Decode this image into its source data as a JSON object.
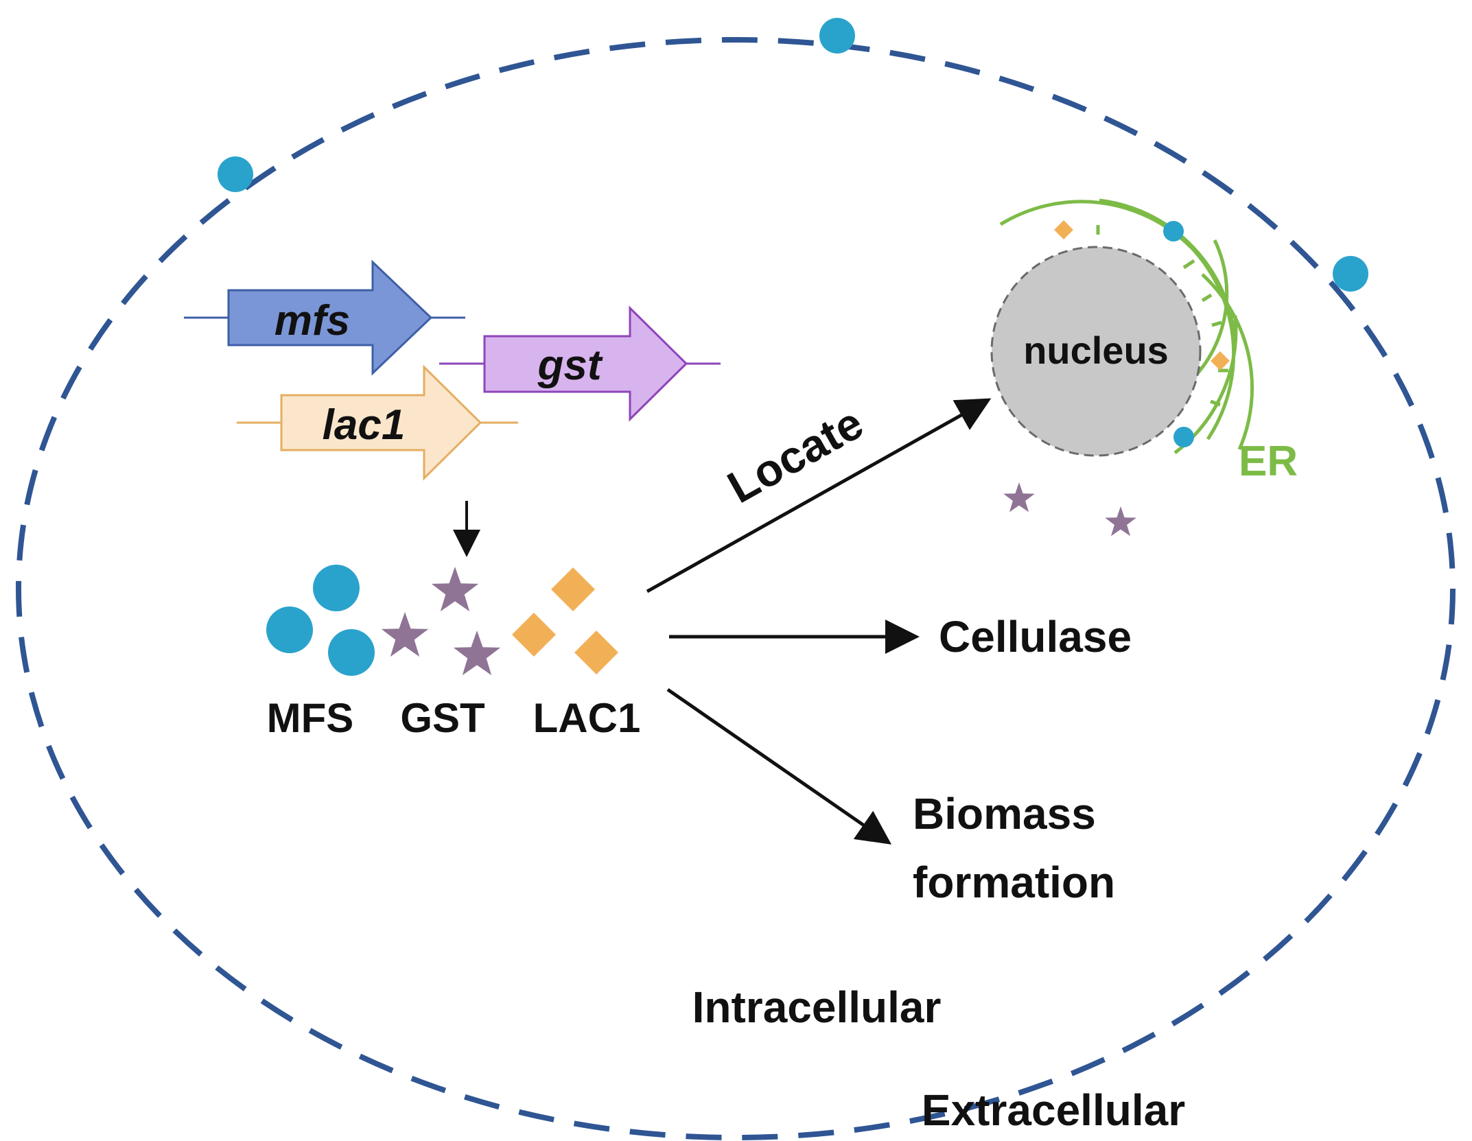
{
  "genes": [
    {
      "label": "mfs",
      "fill": "#7b96d6",
      "stroke": "#3e5fa8"
    },
    {
      "label": "gst",
      "fill": "#d8b4ee",
      "stroke": "#8e45b8"
    },
    {
      "label": "lac1",
      "fill": "#fbe6cc",
      "stroke": "#e5ae62"
    }
  ],
  "proteins": {
    "mfs_label": "MFS",
    "gst_label": "GST",
    "lac1_label": "LAC1",
    "mfs_color": "#2aa3cc",
    "gst_color": "#8f7496",
    "lac1_color": "#f2b056"
  },
  "outcomes": {
    "locate": "Locate",
    "cellulase": "Cellulase",
    "biomass_line1": "Biomass",
    "biomass_line2": "formation"
  },
  "organelles": {
    "nucleus": "nucleus",
    "er": "ER",
    "er_color": "#7dbb47",
    "nucleus_fill": "#c8c8c8"
  },
  "regions": {
    "intracellular": "Intracellular",
    "extracellular": "Extracellular"
  },
  "membrane_color": "#2f5593"
}
